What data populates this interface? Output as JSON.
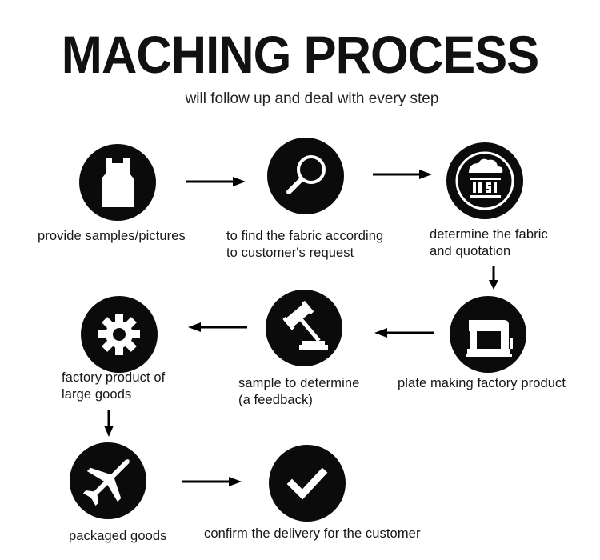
{
  "header": {
    "title": "MACHING PROCESS",
    "subtitle": "will follow up and deal with every step"
  },
  "steps": [
    {
      "icon": "sample-vest-icon",
      "label": "provide samples/pictures"
    },
    {
      "icon": "magnifier-icon",
      "label": "to find the fabric according\nto customer's request"
    },
    {
      "icon": "fabric-stack-icon",
      "label": "determine the fabric\nand quotation"
    },
    {
      "icon": "sewing-machine-icon",
      "label": "plate making factory product"
    },
    {
      "icon": "gavel-icon",
      "label": "sample to determine\n(a feedback)"
    },
    {
      "icon": "gear-icon",
      "label": "factory product of\nlarge goods"
    },
    {
      "icon": "airplane-icon",
      "label": "packaged goods"
    },
    {
      "icon": "checkmark-icon",
      "label": "confirm the delivery for the customer"
    }
  ],
  "colors": {
    "circle": "#0b0b0b",
    "icon": "#ffffff",
    "text": "#161616"
  }
}
